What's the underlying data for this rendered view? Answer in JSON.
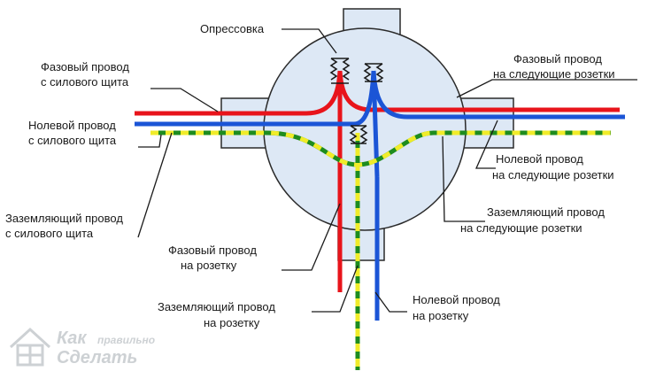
{
  "colors": {
    "box_fill": "#dde8f5",
    "box_stroke": "#2a2a2a",
    "phase": "#e8141b",
    "neutral": "#1b55d6",
    "ground_green": "#1e8c1e",
    "ground_yellow": "#f0ec2a",
    "leader": "#1a1a1a",
    "watermark": "#c5c9cd"
  },
  "labels": {
    "crimp": "Опрессовка",
    "phase_in": [
      "Фазовый провод",
      "с силового щита"
    ],
    "neutral_in": [
      "Нолевой провод",
      "с силового щита"
    ],
    "ground_in": [
      "Заземляющий провод",
      "с силового щита"
    ],
    "phase_next": [
      "Фазовый провод",
      "на следующие розетки"
    ],
    "neutral_next": [
      "Нолевой провод",
      "на следующие розетки"
    ],
    "ground_next": [
      "Заземляющий провод",
      "на следующие розетки"
    ],
    "phase_socket": [
      "Фазовый провод",
      "на розетку"
    ],
    "ground_socket": [
      "Заземляющий провод",
      "на розетку"
    ],
    "neutral_socket": [
      "Нолевой провод",
      "на розетку"
    ]
  },
  "watermark": {
    "line1": "Как",
    "line1_small": "правильно",
    "line2": "Сделать"
  }
}
